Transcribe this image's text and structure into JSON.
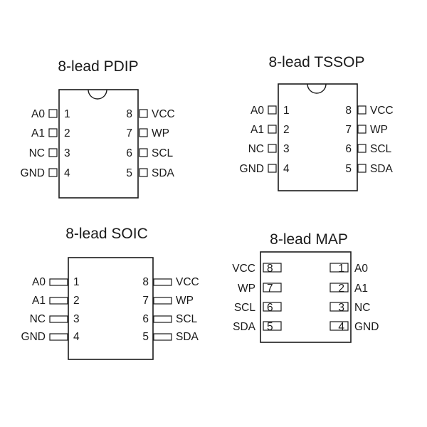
{
  "packages": {
    "pdip": {
      "title": "8-lead PDIP",
      "left_pins": [
        {
          "label": "A0",
          "num": "1"
        },
        {
          "label": "A1",
          "num": "2"
        },
        {
          "label": "NC",
          "num": "3"
        },
        {
          "label": "GND",
          "num": "4"
        }
      ],
      "right_pins": [
        {
          "label": "VCC",
          "num": "8"
        },
        {
          "label": "WP",
          "num": "7"
        },
        {
          "label": "SCL",
          "num": "6"
        },
        {
          "label": "SDA",
          "num": "5"
        }
      ]
    },
    "tssop": {
      "title": "8-lead TSSOP",
      "left_pins": [
        {
          "label": "A0",
          "num": "1"
        },
        {
          "label": "A1",
          "num": "2"
        },
        {
          "label": "NC",
          "num": "3"
        },
        {
          "label": "GND",
          "num": "4"
        }
      ],
      "right_pins": [
        {
          "label": "VCC",
          "num": "8"
        },
        {
          "label": "WP",
          "num": "7"
        },
        {
          "label": "SCL",
          "num": "6"
        },
        {
          "label": "SDA",
          "num": "5"
        }
      ]
    },
    "soic": {
      "title": "8-lead SOIC",
      "left_pins": [
        {
          "label": "A0",
          "num": "1"
        },
        {
          "label": "A1",
          "num": "2"
        },
        {
          "label": "NC",
          "num": "3"
        },
        {
          "label": "GND",
          "num": "4"
        }
      ],
      "right_pins": [
        {
          "label": "VCC",
          "num": "8"
        },
        {
          "label": "WP",
          "num": "7"
        },
        {
          "label": "SCL",
          "num": "6"
        },
        {
          "label": "SDA",
          "num": "5"
        }
      ]
    },
    "map": {
      "title": "8-lead MAP",
      "left_pins": [
        {
          "label": "VCC",
          "num": "8"
        },
        {
          "label": "WP",
          "num": "7"
        },
        {
          "label": "SCL",
          "num": "6"
        },
        {
          "label": "SDA",
          "num": "5"
        }
      ],
      "right_pins": [
        {
          "label": "A0",
          "num": "1"
        },
        {
          "label": "A1",
          "num": "2"
        },
        {
          "label": "NC",
          "num": "3"
        },
        {
          "label": "GND",
          "num": "4"
        }
      ]
    }
  }
}
